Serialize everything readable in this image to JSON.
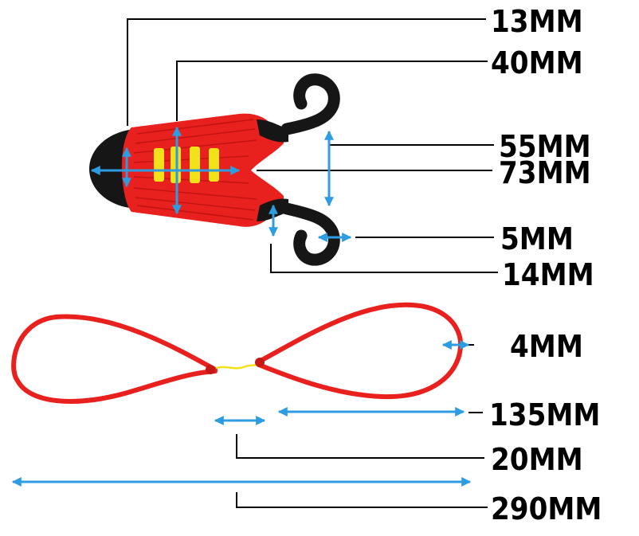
{
  "colors": {
    "dimension_line": "#000000",
    "arrow": "#2e9ce0",
    "rubber_red": "#e8201e",
    "wrap_black": "#161616",
    "grip_yellow": "#f2e21a"
  },
  "slingshot": {
    "measurements": [
      {
        "id": "m1",
        "label": "13MM"
      },
      {
        "id": "m2",
        "label": "40MM"
      },
      {
        "id": "m3",
        "label": "55MM"
      },
      {
        "id": "m4",
        "label": "73MM"
      },
      {
        "id": "m5",
        "label": "5MM"
      },
      {
        "id": "m6",
        "label": "14MM"
      }
    ]
  },
  "band": {
    "measurements": [
      {
        "id": "b1",
        "label": "4MM"
      },
      {
        "id": "b2",
        "label": "135MM"
      },
      {
        "id": "b3",
        "label": "20MM"
      },
      {
        "id": "b4",
        "label": "290MM"
      }
    ]
  }
}
